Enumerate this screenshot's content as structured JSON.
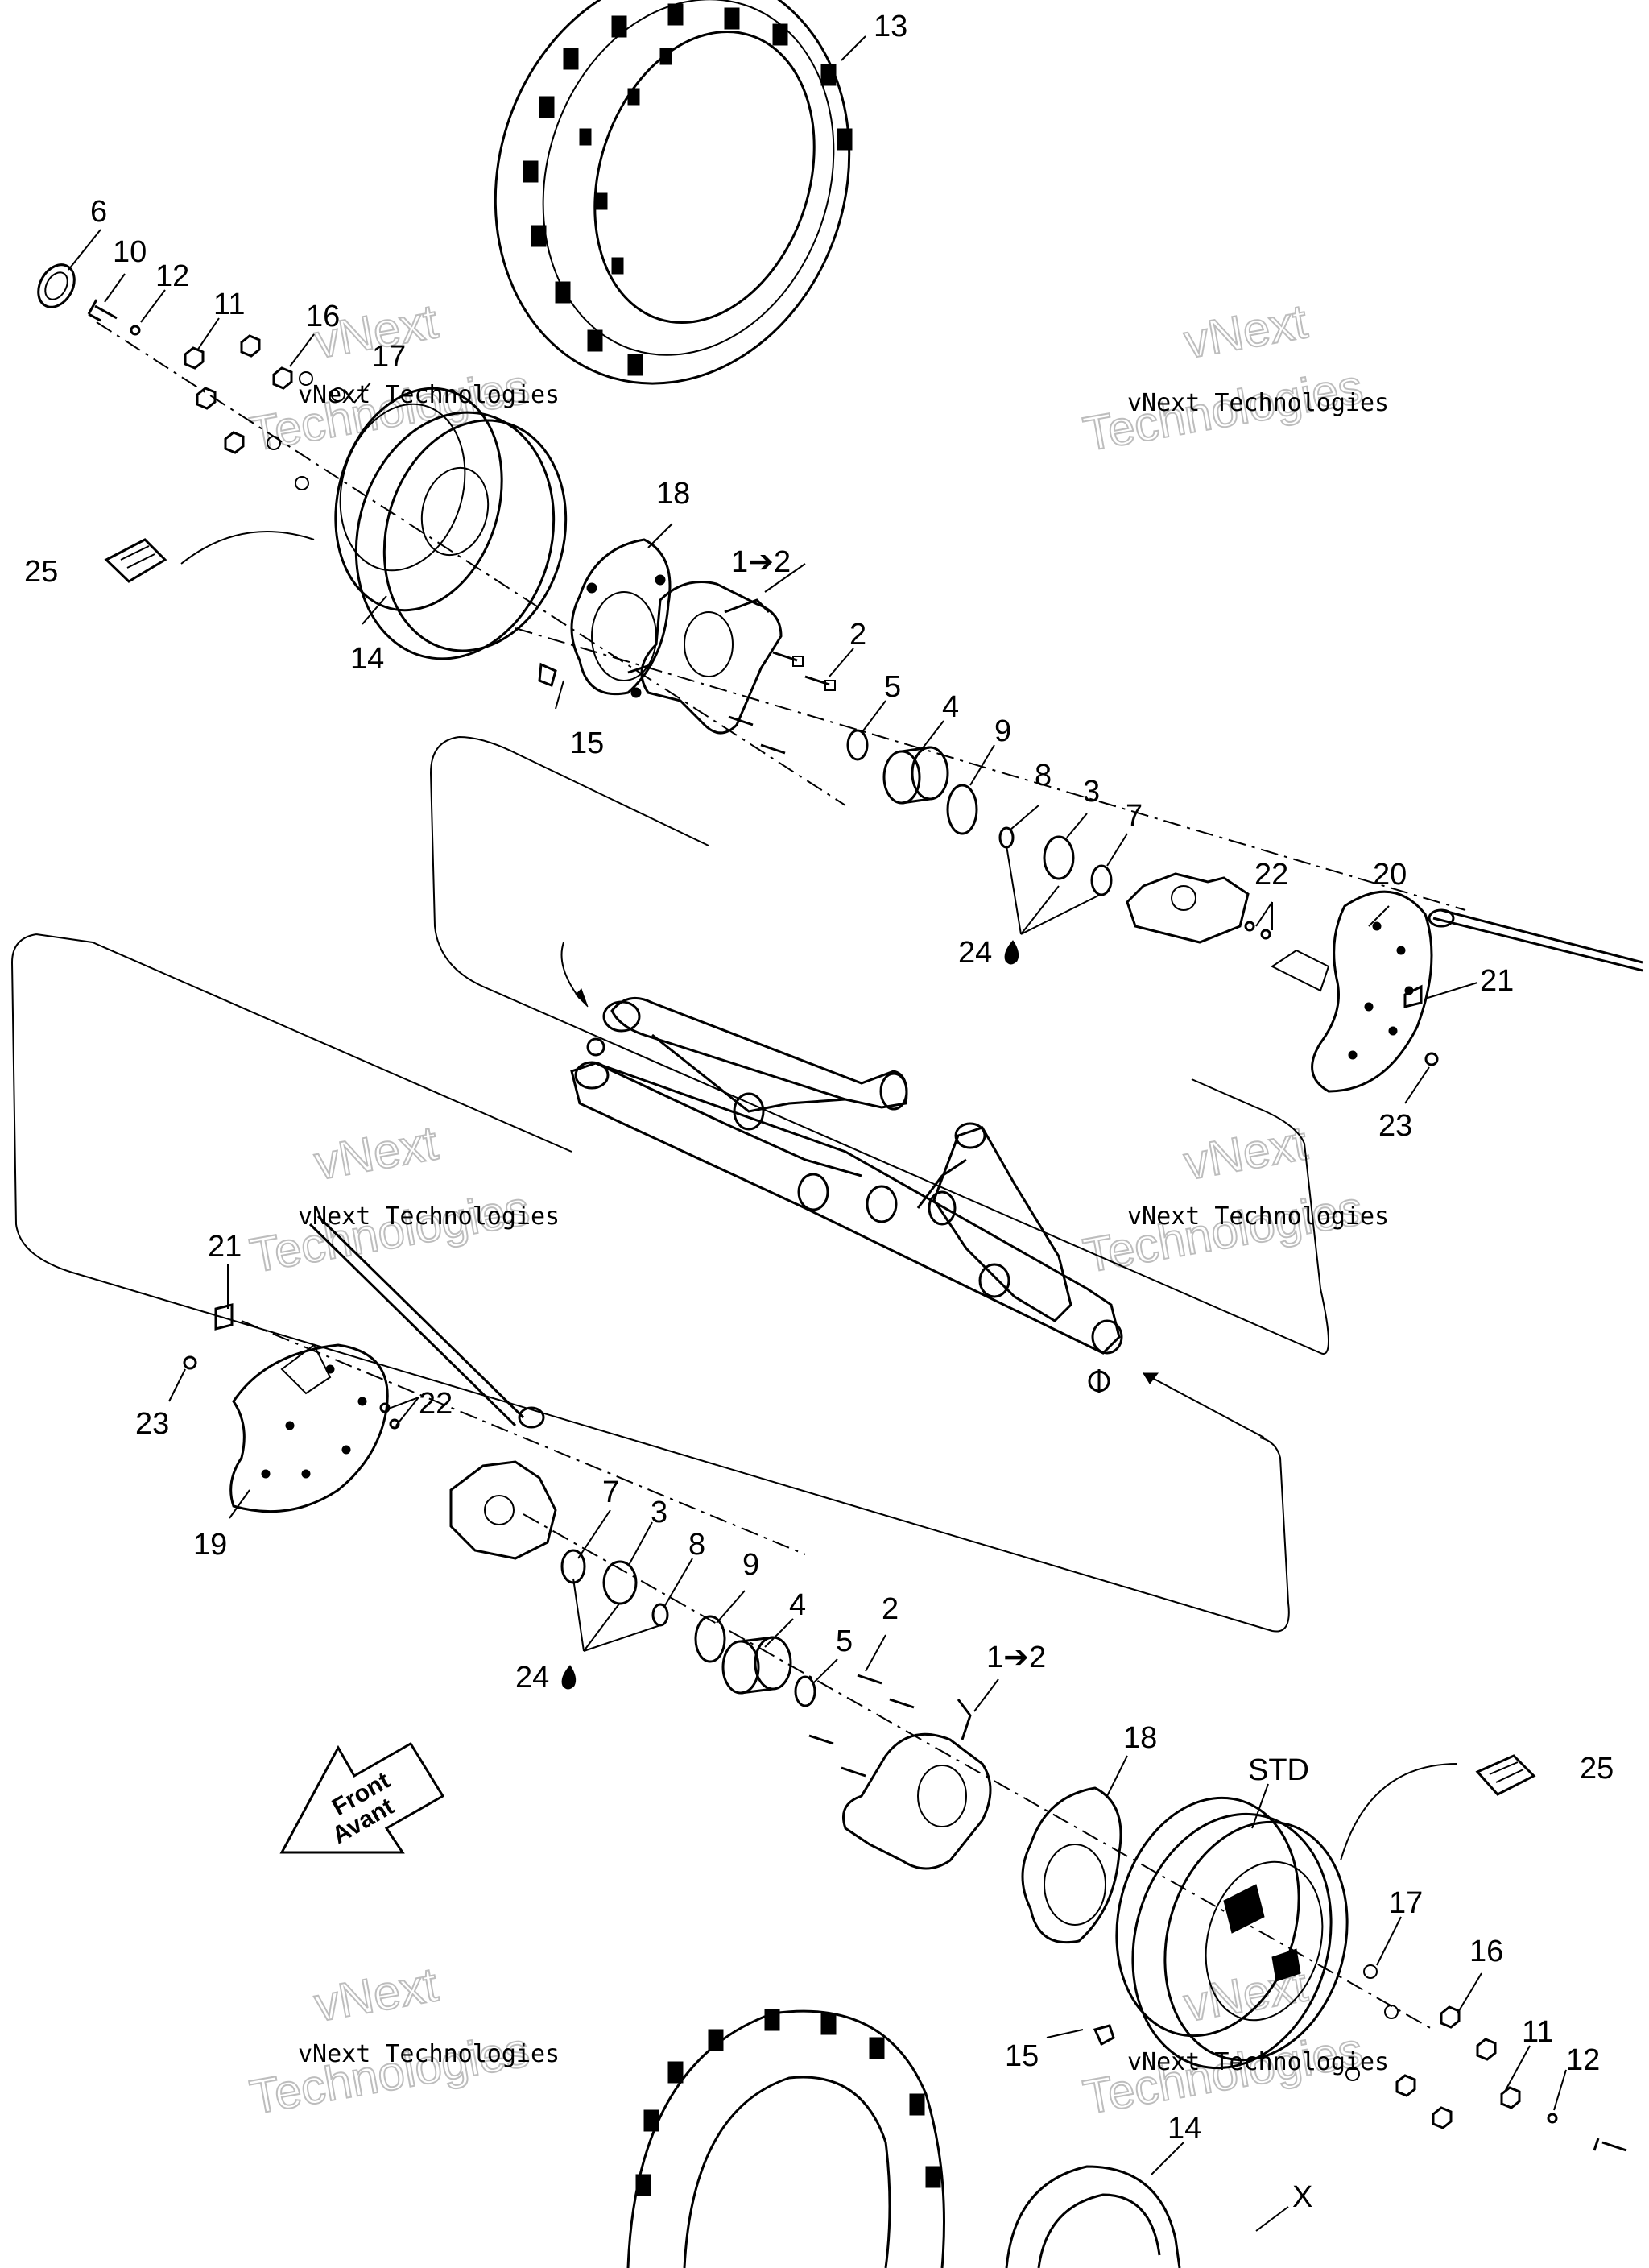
{
  "callouts": {
    "c13": "13",
    "c6": "6",
    "c10": "10",
    "c12a": "12",
    "c11a": "11",
    "c16a": "16",
    "c17a": "17",
    "c25a": "25",
    "c18a": "18",
    "c1to2a": "1➔2",
    "c14a": "14",
    "c2a": "2",
    "c15a": "15",
    "c5a": "5",
    "c4a": "4",
    "c9a": "9",
    "c8a": "8",
    "c3a": "3",
    "c7a": "7",
    "c24a": "24",
    "c22a": "22",
    "c20": "20",
    "c21a": "21",
    "c23a": "23",
    "c21b": "21",
    "c23b": "23",
    "c22b": "22",
    "c19": "19",
    "c7b": "7",
    "c3b": "3",
    "c8b": "8",
    "c9b": "9",
    "c4b": "4",
    "c5b": "5",
    "c2b": "2",
    "c24b": "24",
    "c1to2b": "1➔2",
    "c18b": "18",
    "cSTD": "STD",
    "c25b": "25",
    "c17b": "17",
    "c16b": "16",
    "c15b": "15",
    "c11b": "11",
    "c12b": "12",
    "c14b": "14",
    "cX": "X"
  },
  "front_label": {
    "line1": "Front",
    "line2": "Avant"
  },
  "watermark": {
    "company": "vNext Technologies",
    "big_top": "vNext",
    "big_bottom": "Technologies"
  }
}
